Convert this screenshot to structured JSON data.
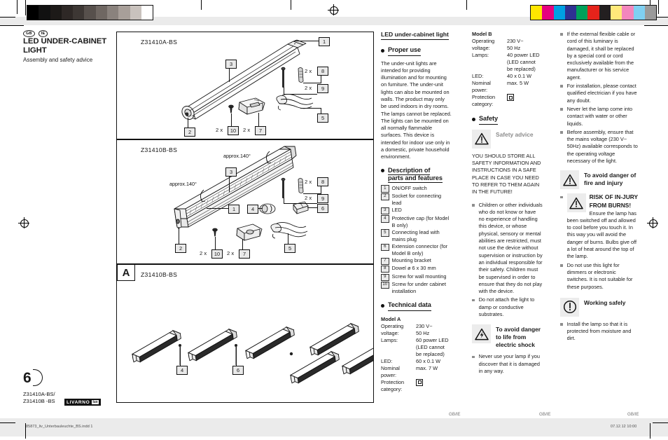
{
  "prepress": {
    "greys": [
      "#000000",
      "#111111",
      "#1d1a18",
      "#2e2826",
      "#3d3734",
      "#57504c",
      "#6f6762",
      "#8a827d",
      "#a89f99",
      "#c9c2bd",
      "#ffffff"
    ],
    "colors": [
      "#ffe600",
      "#e6007e",
      "#00a0e3",
      "#2e3192",
      "#00a05a",
      "#e5231b",
      "#231f20",
      "#ffe97a",
      "#f386bd",
      "#7fd0f2",
      "#9a9a9a"
    ],
    "footer_left": "85873_liv_Unterbauleuchte_BS.indd   1",
    "footer_right": "07.12.12   10:00"
  },
  "header": {
    "flags": [
      "GB",
      "IE"
    ],
    "title": "LED UNDER-CABINET LIGHT",
    "subtitle": "Assembly and safety advice",
    "page_number": "6",
    "model_codes": "Z31410A-BS/\nZ31410B -BS",
    "brand": "LIVARNO",
    "brand_suffix": "lux"
  },
  "figures": {
    "panel_a": {
      "code": "Z31410A-BS",
      "callouts": [
        "1",
        "3",
        "2",
        "5"
      ],
      "qty_items": [
        {
          "qty": "2 x",
          "num": "8"
        },
        {
          "qty": "2 x",
          "num": "9"
        },
        {
          "qty": "2 x",
          "num": "10"
        },
        {
          "qty": "2 x",
          "num": "7"
        }
      ]
    },
    "panel_b": {
      "code": "Z31410B-BS",
      "callouts": [
        "3",
        "1",
        "2",
        "4",
        "6",
        "5"
      ],
      "angle_labels": [
        "approx.140°",
        "approx.140°"
      ],
      "qty_items": [
        {
          "qty": "2 x",
          "num": "8"
        },
        {
          "qty": "2 x",
          "num": "9"
        },
        {
          "qty": "2 x",
          "num": "10"
        },
        {
          "qty": "2 x",
          "num": "7"
        }
      ]
    },
    "panel_c": {
      "letter": "A",
      "code": "Z31410B-BS",
      "callouts": [
        "4",
        "6"
      ]
    }
  },
  "content": {
    "doc_title": "LED under-cabinet light",
    "proper_use": {
      "heading": "Proper use",
      "body": "The under-unit lights are intended for providing illumination and for mounting on furniture. The under-unit lights can also be mounted on walls. The product may only be used indoors in dry rooms. The lamps cannot be replaced. The lights can be mounted on all normally flammable surfaces. This device is intended for indoor use only in a domestic, private household environment."
    },
    "description": {
      "heading_line1": "Description of",
      "heading_line2": "parts and features",
      "parts": [
        {
          "num": "1",
          "text": "ON/OFF switch"
        },
        {
          "num": "2",
          "text": "Socket for connecting lead"
        },
        {
          "num": "3",
          "text": "LED"
        },
        {
          "num": "4",
          "text": "Protective cap (for Model B only)"
        },
        {
          "num": "5",
          "text": "Connecting lead with mains plug"
        },
        {
          "num": "6",
          "text": "Extension connector (for Model B only)"
        },
        {
          "num": "7",
          "text": "Mounting bracket"
        },
        {
          "num": "8",
          "text": "Dowel ø 6 x 30 mm"
        },
        {
          "num": "9",
          "text": "Screw for wall mounting"
        },
        {
          "num": "10",
          "text": "Screw for under cabinet installation"
        }
      ]
    },
    "technical": {
      "heading": "Technical data",
      "model_a": {
        "name": "Model A",
        "rows": [
          {
            "key": "Operating voltage:",
            "value": "230 V~\n50 Hz"
          },
          {
            "key": "Lamps:",
            "value": "60 power LED (LED cannot be replaced)"
          },
          {
            "key": "LED:",
            "value": "60 x 0.1 W"
          },
          {
            "key": "Nominal power:",
            "value": "max. 7 W"
          },
          {
            "key": "Protection category:",
            "value": ""
          }
        ]
      },
      "model_b": {
        "name": "Model B",
        "rows": [
          {
            "key": "Operating voltage:",
            "value": "230 V~\n50 Hz"
          },
          {
            "key": "Lamps:",
            "value": "40 power LED (LED cannot be replaced)"
          },
          {
            "key": "LED:",
            "value": "40 x 0.1 W"
          },
          {
            "key": "Nominal power:",
            "value": "max. 5 W"
          },
          {
            "key": "Protection category:",
            "value": ""
          }
        ]
      }
    },
    "safety": {
      "heading": "Safety",
      "advice_label": "Safety advice",
      "store_notice": "YOU SHOULD STORE ALL SAFETY INFORMATION AND INSTRUCTIONS IN A SAFE PLACE IN CASE YOU NEED TO REFER TO THEM AGAIN IN THE FUTURE!",
      "bullets": [
        "Children or other individuals who do not know or have no experience of handling this device, or whose physical, sensory or mental abilities are restricted, must not use the device without supervision or instruction by an individual responsible for their safety. Children must be supervised in order to ensure that they do not play with the device.",
        "Do not attach the light to damp or conductive substrates."
      ],
      "electric_shock": {
        "title": "To avoid danger to life from electric shock",
        "bullets": [
          "Never use your lamp if you discover that it is damaged in any way.",
          "If the external flexible cable or cord of this luminary is damaged, it shall be replaced by a special cord or cord exclusively available from the manufacturer or his service agent.",
          "For installation, please contact qualified electrician if you have any doubt.",
          "Never let the lamp come into contact with water or other liquids.",
          "Before assembly, ensure that the mains voltage (230 V~ 50Hz) available corresponds to the operating voltage necessary of the light."
        ]
      },
      "fire_injury": {
        "title": "To avoid danger of fire and injury",
        "burns_lead": "RISK OF IN-JURY FROM BURNS!",
        "burns_body": " Ensure the lamp has been switched off and allowed to cool before you touch it. In this way you will avoid the danger of burns. Bulbs give off a lot of heat around the top of the lamp.",
        "bullets": [
          "Do not use this light for dimmers or electronic switches. It is not suitable for these purposes."
        ]
      },
      "working_safely": {
        "title": "Working safely",
        "bullets": [
          "Install the lamp so that it is protected from moisture and dirt."
        ]
      }
    },
    "column_footers": [
      "GB/IE",
      "GB/IE",
      "GB/IE"
    ]
  }
}
